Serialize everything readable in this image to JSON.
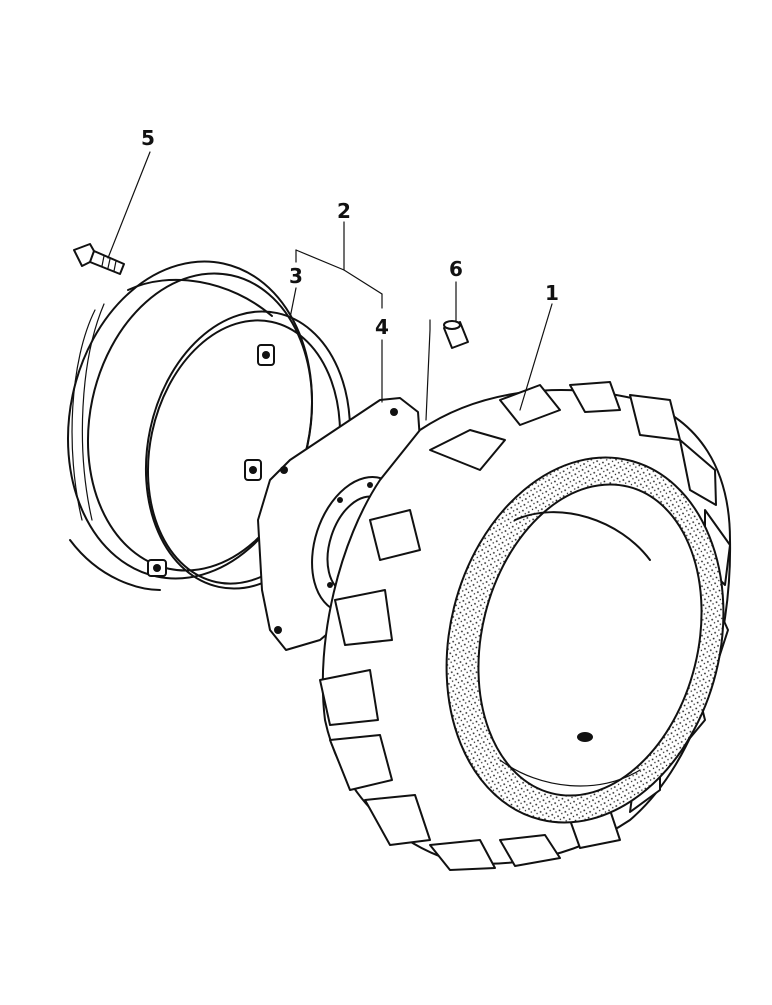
{
  "callouts": {
    "tyre": "1",
    "assembly": "2",
    "rim": "3",
    "centre_disc": "4",
    "bolt": "5",
    "nut": "6"
  }
}
